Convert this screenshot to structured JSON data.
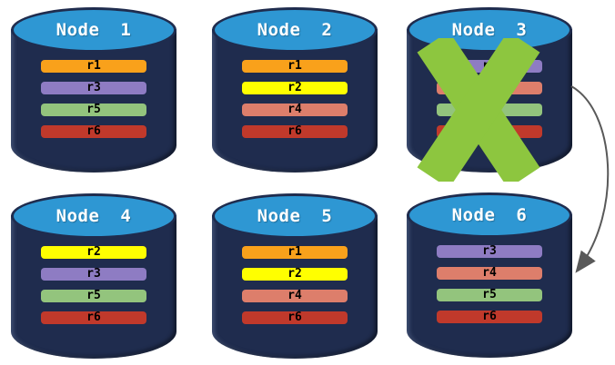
{
  "colors": {
    "cylinder_body": "#1F2C4E",
    "cylinder_top": "#2E97D3",
    "title_text": "#FFFFFF",
    "bar_text": "#000000",
    "replica_r1": "#F9A11B",
    "replica_r2": "#FFFF00",
    "replica_r3": "#8E7CC3",
    "replica_r4": "#DD7E6B",
    "replica_r5": "#93C47D",
    "replica_r6": "#C0392B"
  },
  "nodes": [
    {
      "title": "Node 1",
      "failed": false,
      "bars": [
        {
          "label": "r1",
          "color": "#F9A11B"
        },
        {
          "label": "r3",
          "color": "#8E7CC3"
        },
        {
          "label": "r5",
          "color": "#93C47D"
        },
        {
          "label": "r6",
          "color": "#C0392B"
        }
      ]
    },
    {
      "title": "Node 2",
      "failed": false,
      "bars": [
        {
          "label": "r1",
          "color": "#F9A11B"
        },
        {
          "label": "r2",
          "color": "#FFFF00"
        },
        {
          "label": "r4",
          "color": "#DD7E6B"
        },
        {
          "label": "r6",
          "color": "#C0392B"
        }
      ]
    },
    {
      "title": "Node 3",
      "failed": true,
      "bars": [
        {
          "label": "r3",
          "color": "#8E7CC3"
        },
        {
          "label": "r4",
          "color": "#DD7E6B"
        },
        {
          "label": "r5",
          "color": "#93C47D"
        },
        {
          "label": "r6",
          "color": "#C0392B"
        }
      ]
    },
    {
      "title": "Node 4",
      "failed": false,
      "bars": [
        {
          "label": "r2",
          "color": "#FFFF00"
        },
        {
          "label": "r3",
          "color": "#8E7CC3"
        },
        {
          "label": "r5",
          "color": "#93C47D"
        },
        {
          "label": "r6",
          "color": "#C0392B"
        }
      ]
    },
    {
      "title": "Node 5",
      "failed": false,
      "bars": [
        {
          "label": "r1",
          "color": "#F9A11B"
        },
        {
          "label": "r2",
          "color": "#FFFF00"
        },
        {
          "label": "r4",
          "color": "#DD7E6B"
        },
        {
          "label": "r6",
          "color": "#C0392B"
        }
      ]
    },
    {
      "title": "Node 6",
      "failed": false,
      "bars": [
        {
          "label": "r3",
          "color": "#8E7CC3"
        },
        {
          "label": "r4",
          "color": "#DD7E6B"
        },
        {
          "label": "r5",
          "color": "#93C47D"
        },
        {
          "label": "r6",
          "color": "#C0392B"
        }
      ]
    }
  ],
  "failure_x": {
    "color": "#8DC63F",
    "on_node": "Node 3"
  },
  "arrow": {
    "color": "#595959",
    "from": "Node 3",
    "to": "Node 6"
  }
}
